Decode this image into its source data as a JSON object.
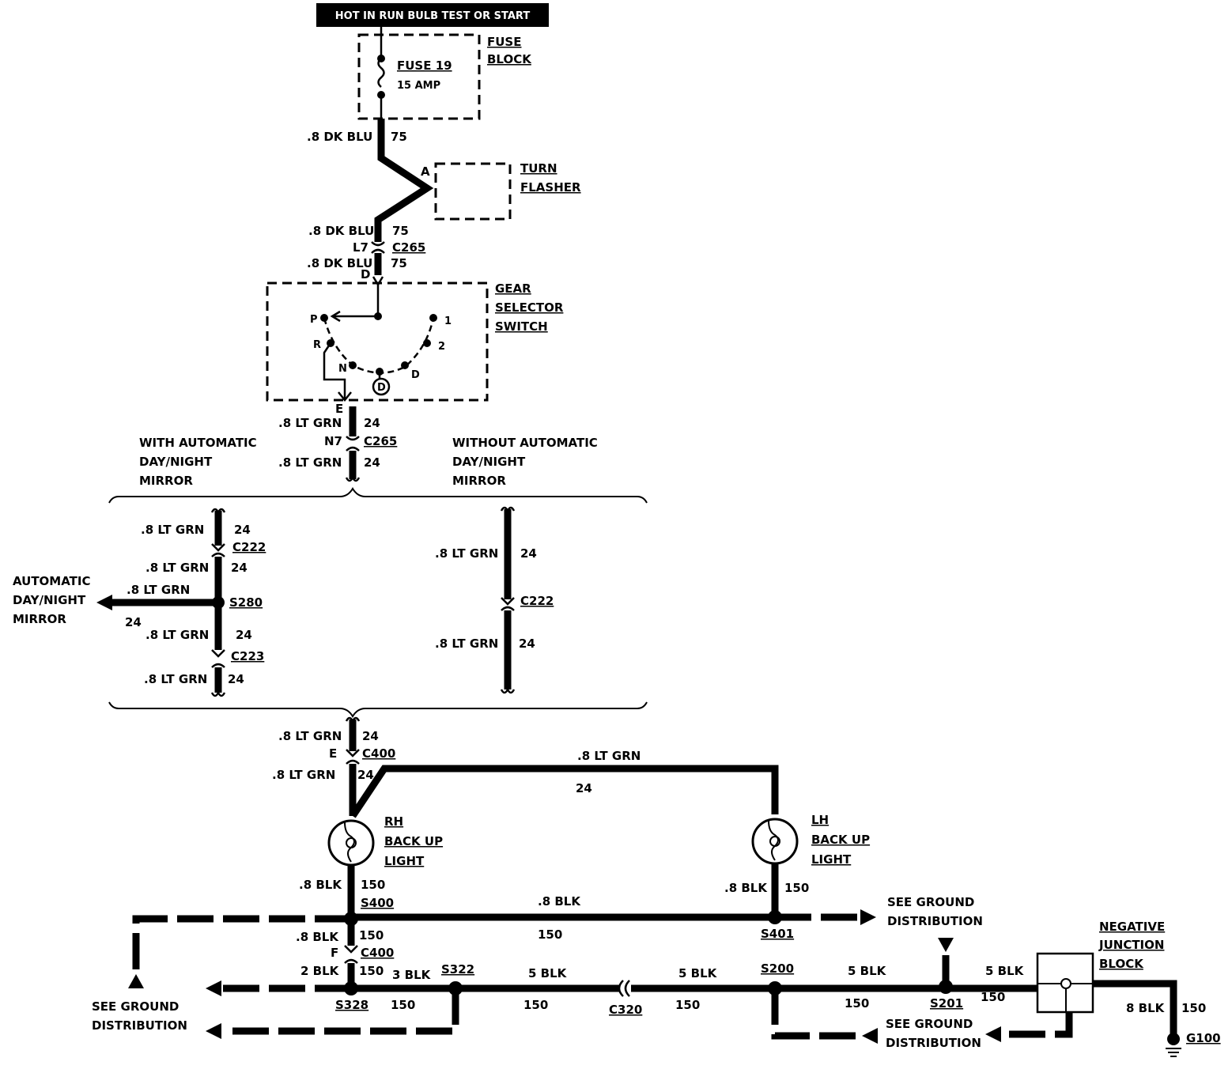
{
  "header": {
    "source": "HOT IN RUN BULB TEST OR START"
  },
  "fuse_block": {
    "name_line1": "FUSE",
    "name_line2": "BLOCK",
    "fuse": "FUSE 19",
    "rating": "15 AMP"
  },
  "turn_flasher": {
    "line1": "TURN",
    "line2": "FLASHER",
    "terminal": "A"
  },
  "gear_selector": {
    "line1": "GEAR",
    "line2": "SELECTOR",
    "line3": "SWITCH",
    "positions": {
      "p": "P",
      "r": "R",
      "n": "N",
      "d": "D",
      "two": "2",
      "one": "1",
      "d_circled": "D"
    },
    "terminal_in": "D",
    "terminal_out": "E"
  },
  "wires": {
    "dkblu": ".8 DK BLU",
    "dkblu_circuit": "75",
    "ltgrn": ".8 LT GRN",
    "ltgrn_circuit": "24",
    "blk": ".8 BLK",
    "blk_circuit": "150",
    "blk2": "2 BLK",
    "blk3": "3 BLK",
    "blk5": "5 BLK",
    "blk8": "8 BLK"
  },
  "connectors": {
    "c265": "C265",
    "c265_pin_upper": "L7",
    "c265_pin_lower": "N7",
    "c222": "C222",
    "c223": "C223",
    "c400": "C400",
    "c400_pin_upper": "E",
    "c400_pin_lower": "F",
    "c320": "C320"
  },
  "splices": {
    "s280": "S280",
    "s400": "S400",
    "s401": "S401",
    "s328": "S328",
    "s322": "S322",
    "s200": "S200",
    "s201": "S201"
  },
  "options": {
    "with_line1": "WITH AUTOMATIC",
    "with_line2": "DAY/NIGHT",
    "with_line3": "MIRROR",
    "without_line1": "WITHOUT AUTOMATIC",
    "without_line2": "DAY/NIGHT",
    "without_line3": "MIRROR"
  },
  "auto_mirror": {
    "line1": "AUTOMATIC",
    "line2": "DAY/NIGHT",
    "line3": "MIRROR"
  },
  "rh_light": {
    "line1": "RH",
    "line2": "BACK UP",
    "line3": "LIGHT"
  },
  "lh_light": {
    "line1": "LH",
    "line2": "BACK UP",
    "line3": "LIGHT"
  },
  "ground": {
    "see_line1": "SEE GROUND",
    "see_line2": "DISTRIBUTION",
    "neg_line1": "NEGATIVE",
    "neg_line2": "JUNCTION",
    "neg_line3": "BLOCK",
    "g100": "G100"
  }
}
